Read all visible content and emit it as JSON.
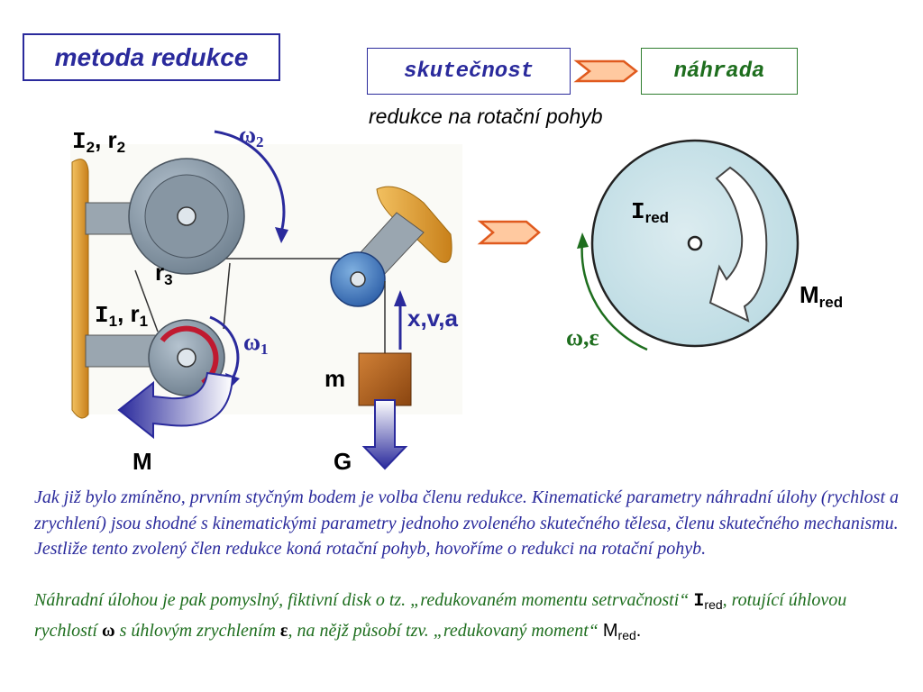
{
  "title": "metoda redukce",
  "flow": {
    "from_label": "skutečnost",
    "to_label": "náhrada",
    "subtitle": "redukce na rotační pohyb"
  },
  "mechanism": {
    "I2": "I",
    "I2_sub": "2",
    "r2": ", r",
    "r2_sub": "2",
    "omega2": "ω",
    "omega2_sub": "2",
    "r3": "r",
    "r3_sub": "3",
    "I1": "I",
    "I1_sub": "1",
    "r1": ", r",
    "r1_sub": "1",
    "omega1": "ω",
    "omega1_sub": "1",
    "kinematics": "x,v,a",
    "mass": "m",
    "moment": "M",
    "weight": "G"
  },
  "reduced": {
    "I": "I",
    "I_sub": "red",
    "M": "M",
    "M_sub": "red",
    "omega_eps": "ω,ε"
  },
  "text": {
    "paragraph1": "Jak již bylo zmíněno, prvním styčným bodem je volba členu redukce. Kinematické parametry náhradní úlohy (rychlost a zrychlení) jsou shodné s kinematickými parametry jednoho zvoleného skutečného tělesa, členu skutečného mechanismu. Jestliže tento zvolený člen redukce koná rotační pohyb, hovoříme o redukci na rotační pohyb.",
    "p2_a": "Náhradní úlohou je pak pomyslný, fiktivní disk o tz. „redukovaném  momentu setrvačnosti“",
    "p2_I": "I",
    "p2_I_sub": "red",
    "p2_b": ", rotující úhlovou rychlostí ",
    "p2_omega": "ω",
    "p2_c": " s úhlovým zrychlením ",
    "p2_eps": "ε",
    "p2_d": ", na nějž působí tzv. „redukovaný moment“ ",
    "p2_M": "M",
    "p2_M_sub": "red",
    "p2_end": "."
  },
  "colors": {
    "blue": "#2a2a9c",
    "green": "#1e6e1e",
    "arrow_orange": "#e05a1e",
    "arrow_fill": "#ffc9a0",
    "disk_fill": "#cfe6ec",
    "wall": "#e0a030",
    "wheel": "#8a9aa8",
    "block": "#b0621e"
  }
}
